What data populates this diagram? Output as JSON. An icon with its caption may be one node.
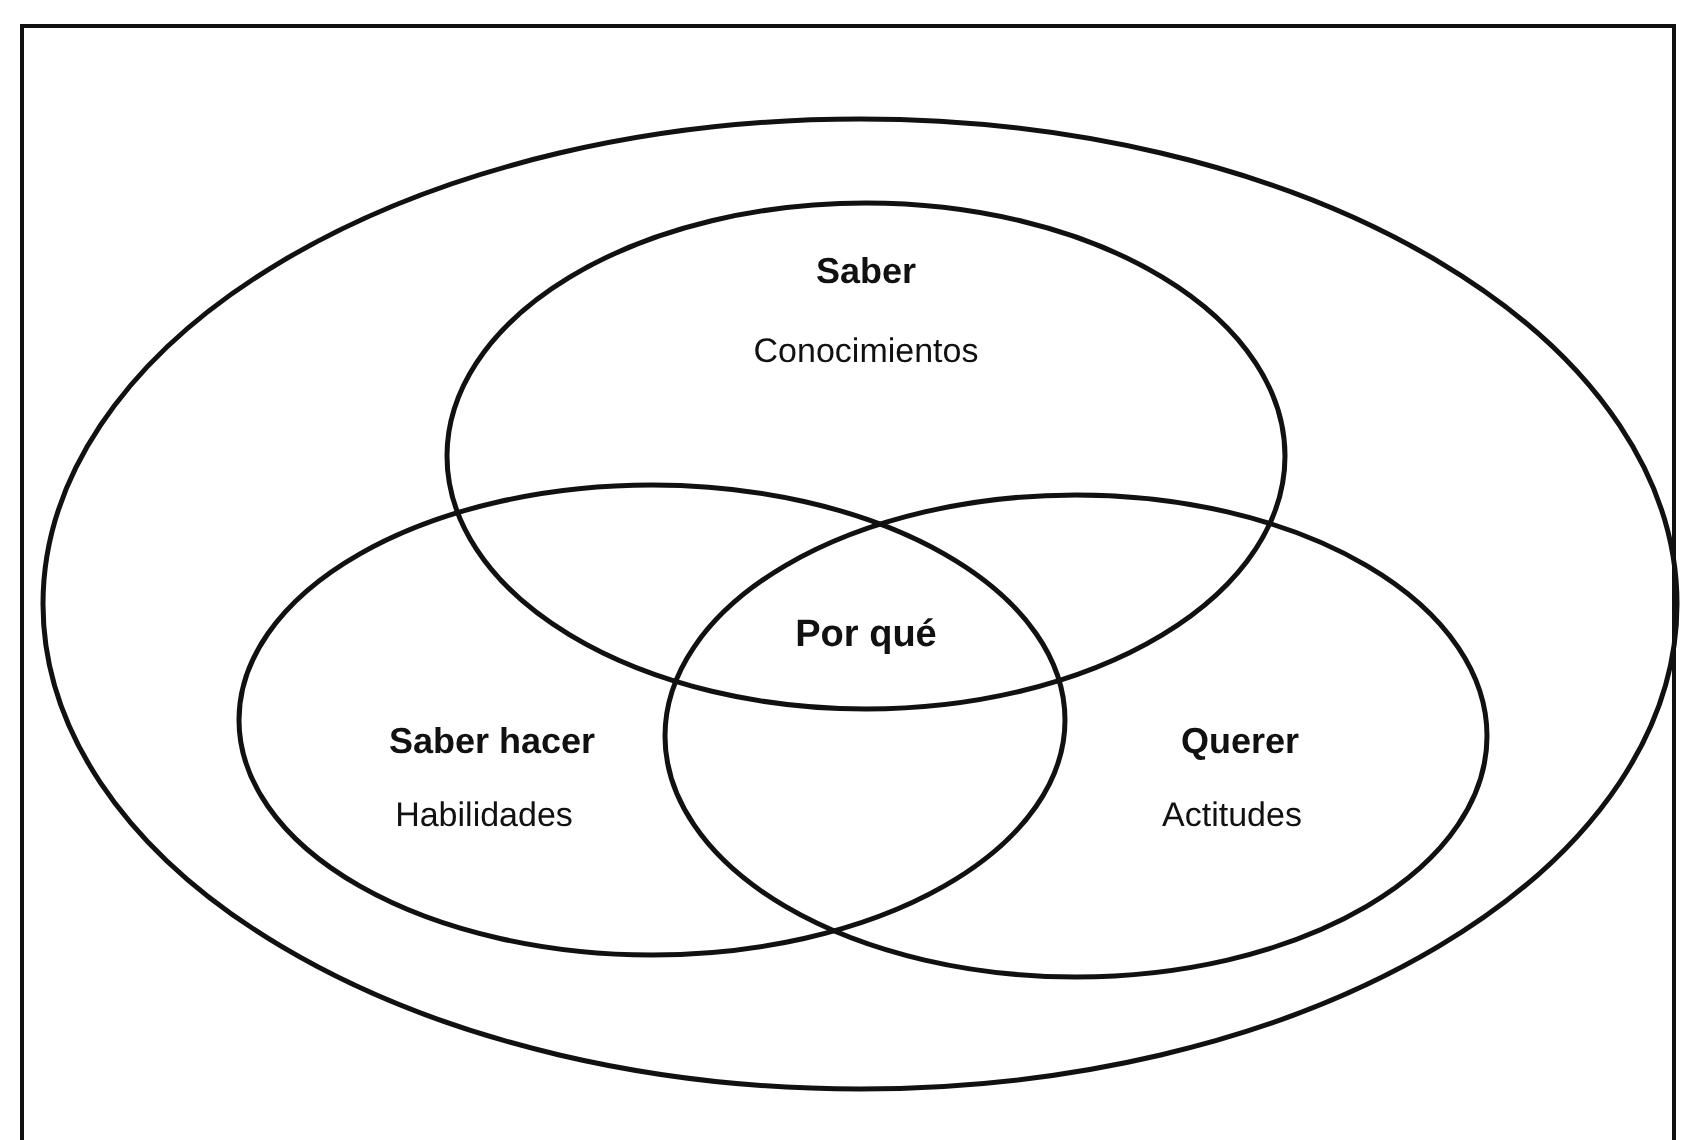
{
  "diagram": {
    "nodes": [
      {
        "text": [],
        "shape": "ellipse"
      },
      {
        "text": [
          "Saber",
          "Conocimientos"
        ],
        "in": 0
      },
      {
        "text": [
          "Saber hacer",
          "Habilidades"
        ],
        "in": 0
      },
      {
        "text": [
          "Querer",
          "Actitudes"
        ],
        "in": 0
      }
    ],
    "labels": [
      "Por qué"
    ]
  }
}
